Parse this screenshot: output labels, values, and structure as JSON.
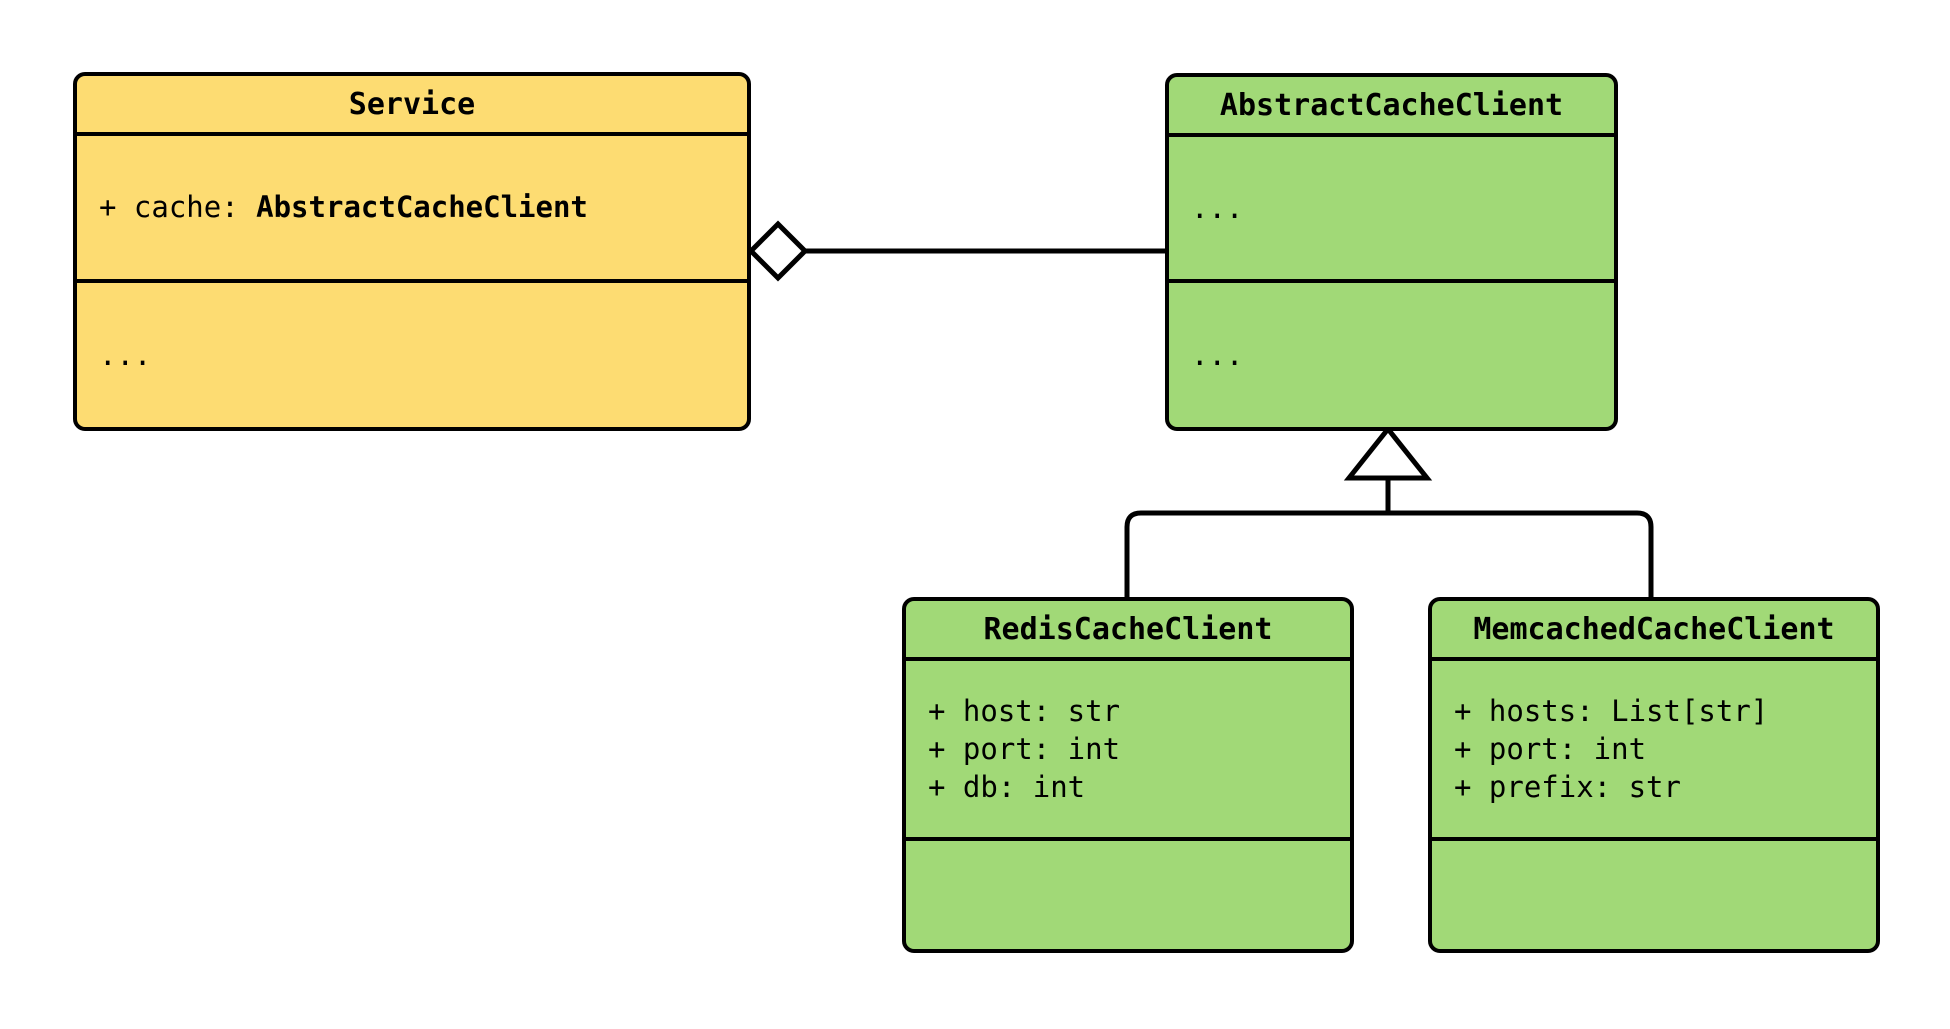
{
  "diagram": {
    "kind": "uml-class-diagram",
    "background": "#ffffff",
    "line_color": "#000000",
    "palette": {
      "client_fill": "#fddc72",
      "cache_fill": "#a1d977",
      "stroke": "#000000"
    }
  },
  "classes": [
    {
      "id": "service",
      "name": "Service",
      "fill": "#fddc72",
      "attributes": [
        {
          "visibility": "+",
          "label": "+ cache: ",
          "type": "AbstractCacheClient"
        }
      ],
      "operations_placeholder": "..."
    },
    {
      "id": "abstract_cache_client",
      "name": "AbstractCacheClient",
      "fill": "#a1d977",
      "attributes_placeholder": "...",
      "operations_placeholder": "..."
    },
    {
      "id": "redis_cache_client",
      "name": "RedisCacheClient",
      "fill": "#a1d977",
      "attributes": [
        "+ host: str",
        "+ port: int",
        "+ db: int"
      ],
      "operations": []
    },
    {
      "id": "memcached_cache_client",
      "name": "MemcachedCacheClient",
      "fill": "#a1d977",
      "attributes": [
        "+ hosts: List[str]",
        "+ port: int",
        "+ prefix: str"
      ],
      "operations": []
    }
  ],
  "relationships": [
    {
      "id": "service-aggregates-cache",
      "type": "aggregation",
      "marker": "hollow-diamond",
      "from": "service",
      "to": "abstract_cache_client",
      "label": ""
    },
    {
      "id": "redis-inherits-abstract",
      "type": "generalization",
      "marker": "hollow-triangle",
      "from": "redis_cache_client",
      "to": "abstract_cache_client",
      "label": ""
    },
    {
      "id": "memcached-inherits-abstract",
      "type": "generalization",
      "marker": "hollow-triangle",
      "from": "memcached_cache_client",
      "to": "abstract_cache_client",
      "label": ""
    }
  ]
}
